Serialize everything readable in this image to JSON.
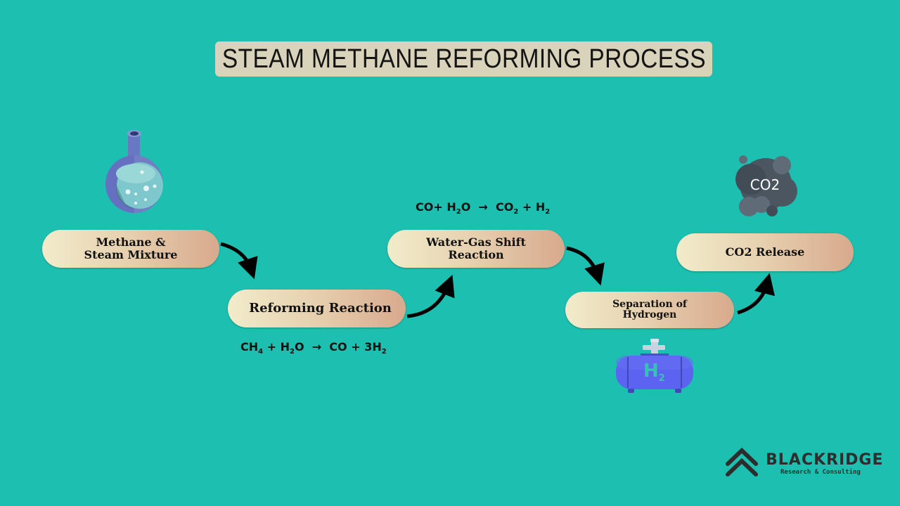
{
  "title": "STEAM METHANE REFORMING PROCESS",
  "steps": [
    {
      "label": "Methane & Steam Mixture"
    },
    {
      "label": "Reforming Reaction"
    },
    {
      "label": "Water-Gas Shift Reaction"
    },
    {
      "label": "Separation of Hydrogen"
    },
    {
      "label": "CO2 Release"
    }
  ],
  "equations": {
    "reforming": {
      "parts": [
        "CH",
        "4",
        " + H",
        "2",
        "O  →  CO + 3H",
        "2"
      ]
    },
    "water_gas_shift": {
      "parts": [
        "CO+ H",
        "2",
        "O  →  CO",
        "2",
        " + H",
        "2"
      ]
    }
  },
  "icons": {
    "flask": "flask-icon",
    "co2_cloud_label": "CO2",
    "h2_tank_label": "H",
    "h2_tank_sub": "2"
  },
  "logo": {
    "name": "BLACKRIDGE",
    "tagline": "Research & Consulting"
  },
  "colors": {
    "background": "#1cbfb0",
    "title_box": "#d9d3bb",
    "pill_start": "#f1ecca",
    "pill_end": "#d8a98d",
    "tank": "#5b63f0",
    "cloud": "#4a5560"
  }
}
